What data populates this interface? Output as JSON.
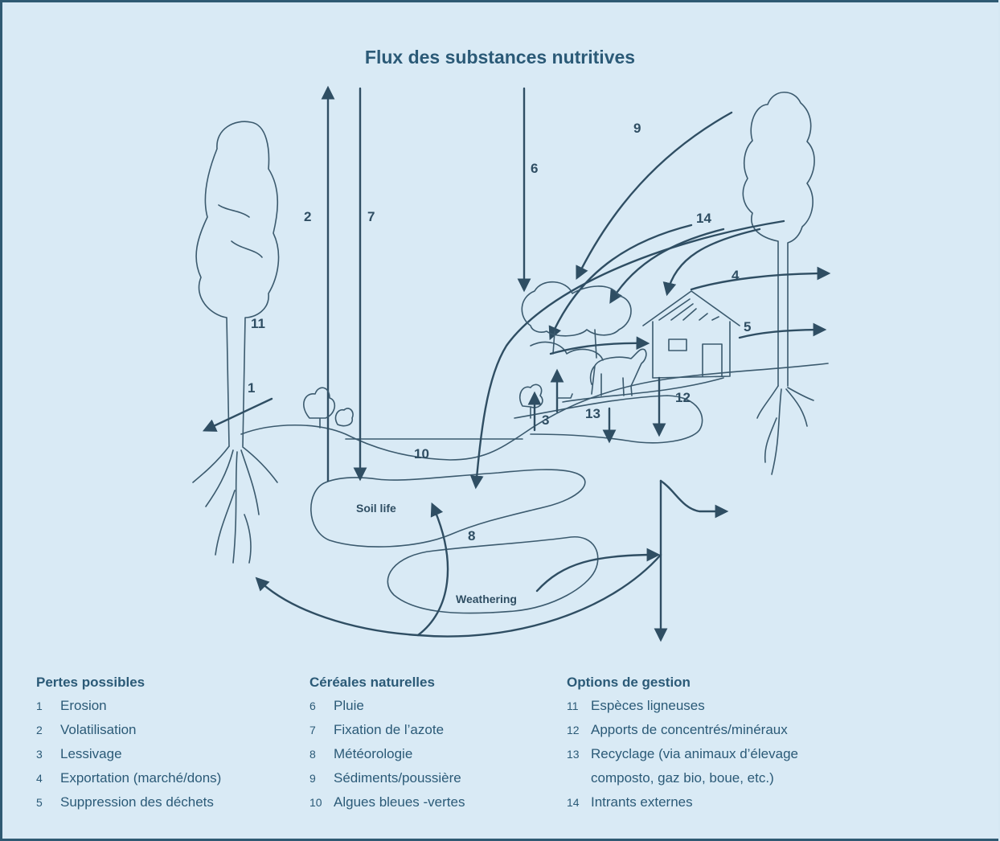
{
  "title": "Flux des substances nutritives",
  "diagram": {
    "labels": {
      "n1": "1",
      "n2": "2",
      "n3": "3",
      "n4": "4",
      "n5": "5",
      "n6": "6",
      "n7": "7",
      "n8": "8",
      "n9": "9",
      "n10": "10",
      "n11": "11",
      "n12": "12",
      "n13": "13",
      "n14": "14",
      "soil_life": "Soil life",
      "weathering": "Weathering"
    }
  },
  "legend": {
    "losses": {
      "heading": "Pertes possibles",
      "items": [
        {
          "num": "1",
          "text": "Erosion"
        },
        {
          "num": "2",
          "text": "Volatilisation"
        },
        {
          "num": "3",
          "text": "Lessivage"
        },
        {
          "num": "4",
          "text": "Exportation (marché/dons)"
        },
        {
          "num": "5",
          "text": "Suppression des déchets"
        }
      ]
    },
    "natural": {
      "heading": "Céréales naturelles",
      "items": [
        {
          "num": "6",
          "text": "Pluie"
        },
        {
          "num": "7",
          "text": "Fixation de l’azote"
        },
        {
          "num": "8",
          "text": "Météorologie"
        },
        {
          "num": "9",
          "text": "Sédiments/poussière"
        },
        {
          "num": "10",
          "text": "Algues bleues -vertes"
        }
      ]
    },
    "management": {
      "heading": "Options de gestion",
      "items": [
        {
          "num": "11",
          "text": "Espèces ligneuses"
        },
        {
          "num": "12",
          "text": "Apports de concentrés/minéraux"
        },
        {
          "num": "13",
          "text": "Recyclage (via animaux d’élevage"
        },
        {
          "num": "",
          "text": "composto, gaz bio, boue, etc.)"
        },
        {
          "num": "14",
          "text": "Intrants externes"
        }
      ]
    }
  }
}
